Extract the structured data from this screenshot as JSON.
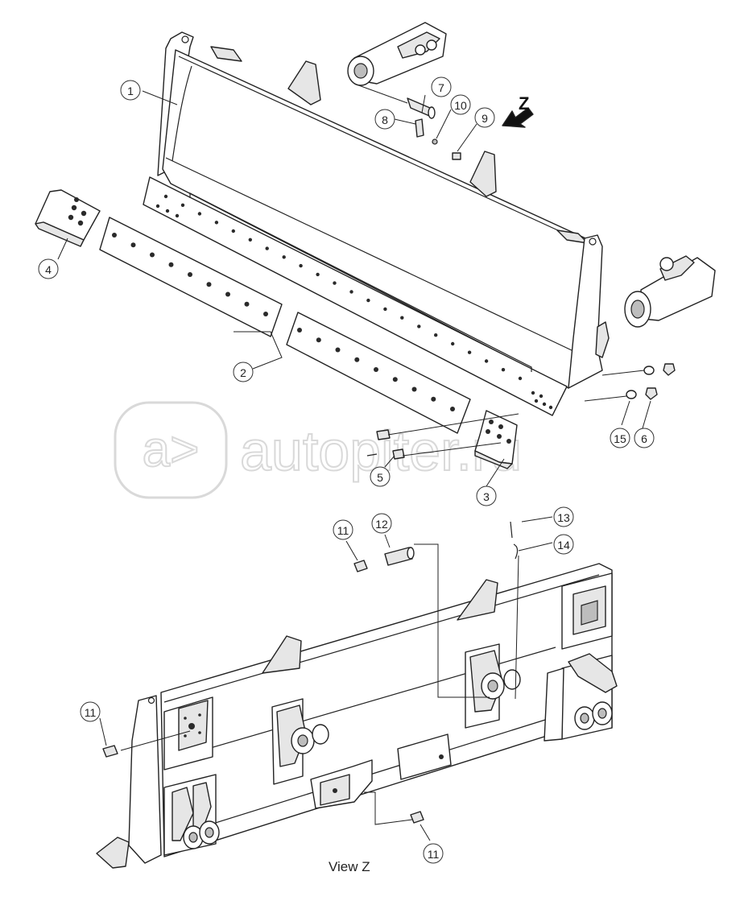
{
  "view_label": "View Z",
  "direction_marker": "Z",
  "watermark": {
    "text": "autopiter.ru",
    "logo_glyph": "a>"
  },
  "callouts": [
    {
      "id": "callout-1",
      "label": "1"
    },
    {
      "id": "callout-2",
      "label": "2"
    },
    {
      "id": "callout-3",
      "label": "3"
    },
    {
      "id": "callout-4",
      "label": "4"
    },
    {
      "id": "callout-5",
      "label": "5"
    },
    {
      "id": "callout-6",
      "label": "6"
    },
    {
      "id": "callout-7",
      "label": "7"
    },
    {
      "id": "callout-8",
      "label": "8"
    },
    {
      "id": "callout-9",
      "label": "9"
    },
    {
      "id": "callout-10",
      "label": "10"
    },
    {
      "id": "callout-15",
      "label": "15"
    },
    {
      "id": "callout-11a",
      "label": "11"
    },
    {
      "id": "callout-12",
      "label": "12"
    },
    {
      "id": "callout-13",
      "label": "13"
    },
    {
      "id": "callout-14",
      "label": "14"
    },
    {
      "id": "callout-11b",
      "label": "11"
    },
    {
      "id": "callout-11c",
      "label": "11"
    }
  ]
}
